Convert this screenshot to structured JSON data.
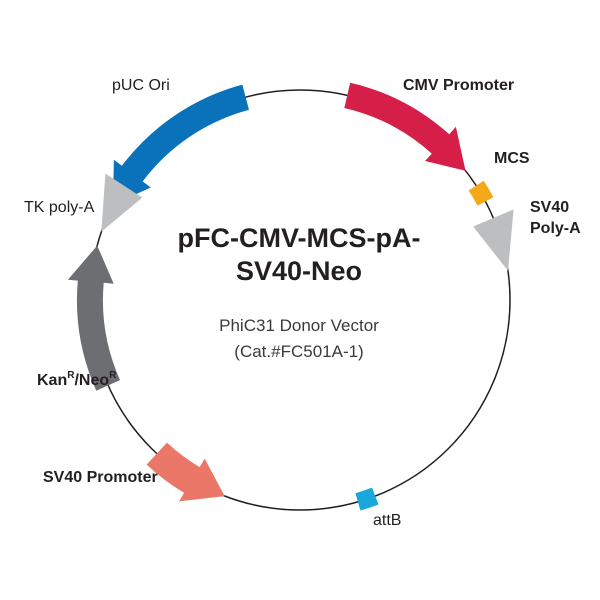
{
  "plasmid": {
    "name_line1": "pFC-CMV-MCS-pA-",
    "name_line2": "SV40-Neo",
    "description": "PhiC31 Donor Vector",
    "catalog": "(Cat.#FC501A-1)"
  },
  "features": {
    "cmv_promoter": {
      "label": "CMV Promoter",
      "color": "#d51e48",
      "icon": "arrow-clockwise"
    },
    "mcs": {
      "label": "MCS",
      "color": "#f5a918",
      "icon": "block"
    },
    "sv40_polya": {
      "label_line1": "SV40",
      "label_line2": "Poly-A",
      "color": "#bdbec0",
      "icon": "arrowhead-clockwise"
    },
    "attb": {
      "label": "attB",
      "color": "#1aa7dc",
      "icon": "block"
    },
    "sv40_promoter": {
      "label": "SV40 Promoter",
      "color": "#ea7767",
      "icon": "arrow-counterclockwise"
    },
    "kan_neo": {
      "label_kan": "Kan",
      "sup_kan": "R",
      "label_neo": "/Neo",
      "sup_neo": "R",
      "color": "#6d6e71",
      "icon": "arrow-counterclockwise"
    },
    "tk_polya": {
      "label": "TK poly-A",
      "color": "#bdbec0",
      "icon": "arrowhead-counterclockwise"
    },
    "puc_ori": {
      "label": "pUC Ori",
      "color": "#0a72bb",
      "icon": "arrow-counterclockwise"
    }
  },
  "backbone_color": "#231f20"
}
